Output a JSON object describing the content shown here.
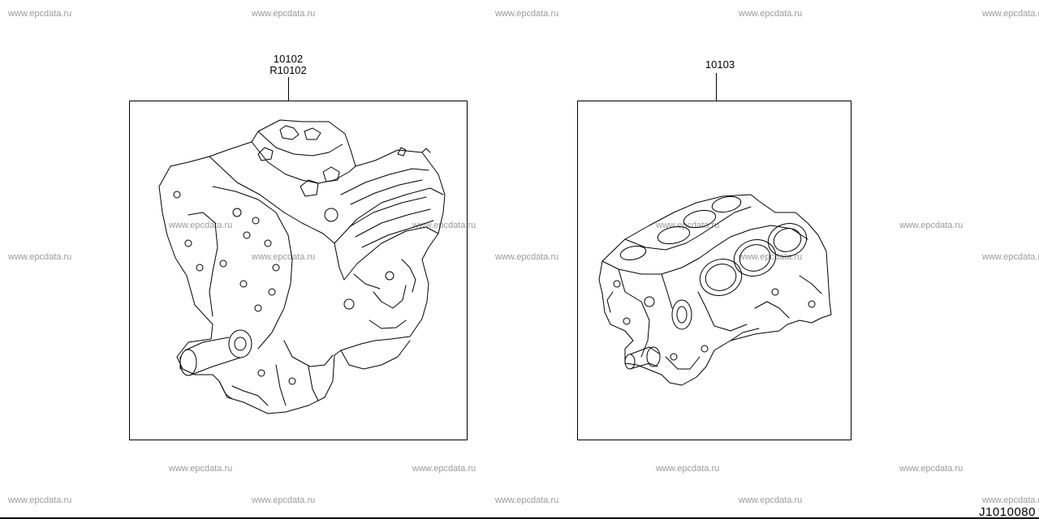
{
  "watermark": "www.epcdata.ru",
  "parts": {
    "left": {
      "part_numbers": [
        "10102",
        "R10102"
      ],
      "illustration": "engine-assembly-icon"
    },
    "right": {
      "part_numbers": [
        "10103"
      ],
      "illustration": "cylinder-block-icon"
    }
  },
  "diagram_id": "J1010080"
}
